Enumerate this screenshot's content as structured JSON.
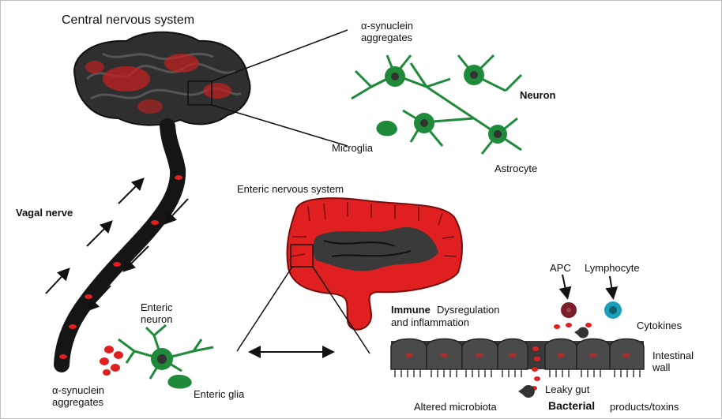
{
  "labels": {
    "cns": "Central nervous system",
    "syn_top_1": "α-synuclein",
    "syn_top_2": "aggregates",
    "neuron": "Neuron",
    "microglia": "Microglia",
    "astrocyte": "Astrocyte",
    "ens": "Enteric nervous system",
    "vagal": "Vagal nerve",
    "enteric_neuron_1": "Enteric",
    "enteric_neuron_2": "neuron",
    "syn_bottom_1": "α-synuclein",
    "syn_bottom_2": "aggregates",
    "enteric_glia": "Enteric glia",
    "immune_1a": "Immune",
    "immune_1b": "Dysregulation",
    "immune_2": "and inflammation",
    "apc": "APC",
    "lymphocyte": "Lymphocyte",
    "cytokines": "Cytokines",
    "intestinal_1": "Intestinal",
    "intestinal_2": "wall",
    "leaky_gut": "Leaky gut",
    "altered_microbiota": "Altered microbiota",
    "bacterial": "Bacterial",
    "products_toxins": "products/toxins"
  },
  "colors": {
    "red": "#e02020",
    "dark": "#2a2a2a",
    "green": "#1e8a3a",
    "wall": "#3a3a3a",
    "apc": "#7a1e2a",
    "lymphocyte": "#1aa0b8"
  }
}
